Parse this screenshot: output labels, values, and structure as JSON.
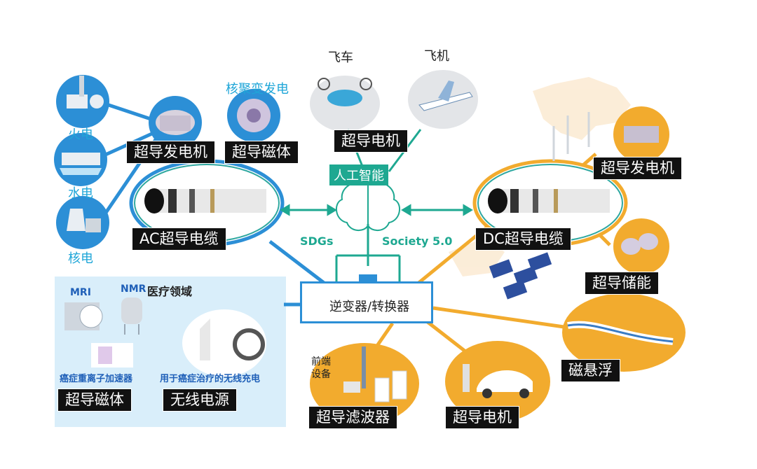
{
  "nodes": {
    "thermal_power": "火电",
    "hydro_power": "水电",
    "nuclear_power": "核电",
    "sc_generator_left": "超导发电机",
    "fusion_power": "核聚变发电",
    "sc_magnet_top": "超导磁体",
    "flying_car": "飞车",
    "airplane": "飞机",
    "sc_motor_top": "超导电机",
    "ai": "人工智能",
    "sdgs": "SDGs",
    "society": "Society 5.0",
    "ac_cable": "AC超导电缆",
    "dc_cable": "DC超导电缆",
    "sc_generator_right": "超导发电机",
    "sc_storage": "超导储能",
    "inverter": "逆变器/转换器",
    "maglev": "磁悬浮",
    "sc_filter": "超导滤波器",
    "front_device": "前端\n设备",
    "sc_motor_bottom": "超导电机"
  },
  "medical": {
    "mri": "MRI",
    "nmr": "NMR",
    "title": "医疗领域",
    "heavy_ion": "癌症重离子加速器",
    "wireless_caption": "用于癌症治疗的无线充电",
    "sc_magnet": "超导磁体",
    "wireless_power": "无线电源"
  },
  "colors": {
    "blue": "#2c8fd6",
    "orange": "#f2ab2e",
    "teal": "#1ea891",
    "light_blue_panel": "#d9eefa",
    "label_bg": "#111111"
  }
}
